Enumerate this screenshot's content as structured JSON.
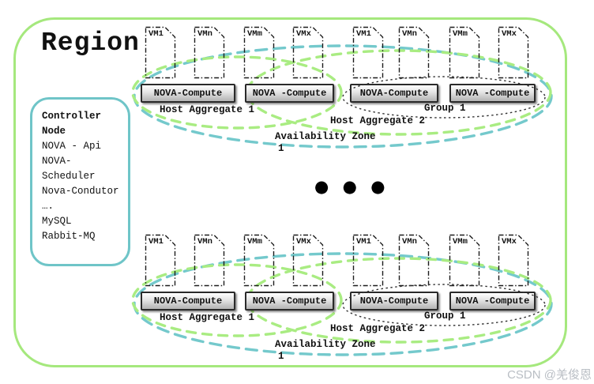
{
  "region": {
    "title": "Region"
  },
  "controller": {
    "heading_lines": [
      "Controller",
      "Node"
    ],
    "service_lines": [
      "NOVA - Api",
      "NOVA-",
      "Scheduler",
      "Nova-Condutor",
      "….",
      "MySQL",
      "Rabbit-MQ"
    ]
  },
  "cluster": {
    "vm_labels": [
      "VM1",
      "VMn",
      "VMm",
      "VMx",
      "VM1",
      "VMn",
      "VMm",
      "VMx"
    ],
    "compute_labels": [
      "NOVA-Compute",
      "NOVA -Compute",
      "NOVA-Compute",
      "NOVA -Compute"
    ],
    "labels": {
      "host_aggregate_1": "Host Aggregate 1",
      "host_aggregate_2": "Host Aggregate 2",
      "group": "Group 1",
      "az_line1": "Availability Zone",
      "az_line2": "1"
    }
  },
  "separator_dots": "● ● ●",
  "watermark": {
    "text": "CSDN @羌俊恩"
  },
  "colors": {
    "outer_border": "#a5e87d",
    "controller_border": "#6fc5c8",
    "az_ellipse": "#74c9cc",
    "aggregate_ellipse": "#a9ec82",
    "group_ellipse": "#333333",
    "text": "#111111",
    "watermark": "#b9bec4"
  }
}
